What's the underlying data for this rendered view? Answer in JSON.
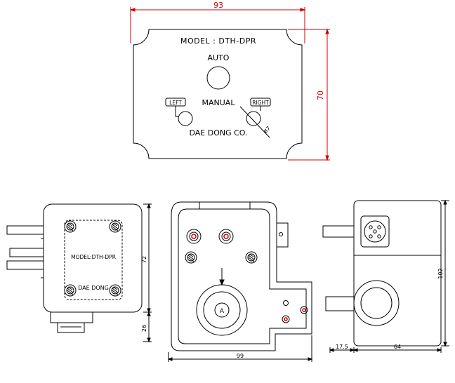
{
  "top_plate": {
    "model_label": "MODEL : DTH-DPR",
    "auto_label": "AUTO",
    "manual_label": "MANUAL",
    "left_label": "LEFT",
    "right_label": "RIGHT",
    "maker_label": "DAE DONG CO.",
    "dia_label": "ø7",
    "width_dim": "93",
    "height_dim": "70"
  },
  "left_view": {
    "model_label": "MODEL:DTH-DPR",
    "maker_label": "DAE DONG",
    "dim_height": "72",
    "dim_base": "26"
  },
  "front_view": {
    "button_label": "A",
    "dim_width": "99"
  },
  "right_view": {
    "dim_height": "102",
    "dim_left": "17.5",
    "dim_width": "64"
  },
  "colors": {
    "line": "#000000",
    "dimension": "#d00000",
    "accent": "#c00000"
  }
}
